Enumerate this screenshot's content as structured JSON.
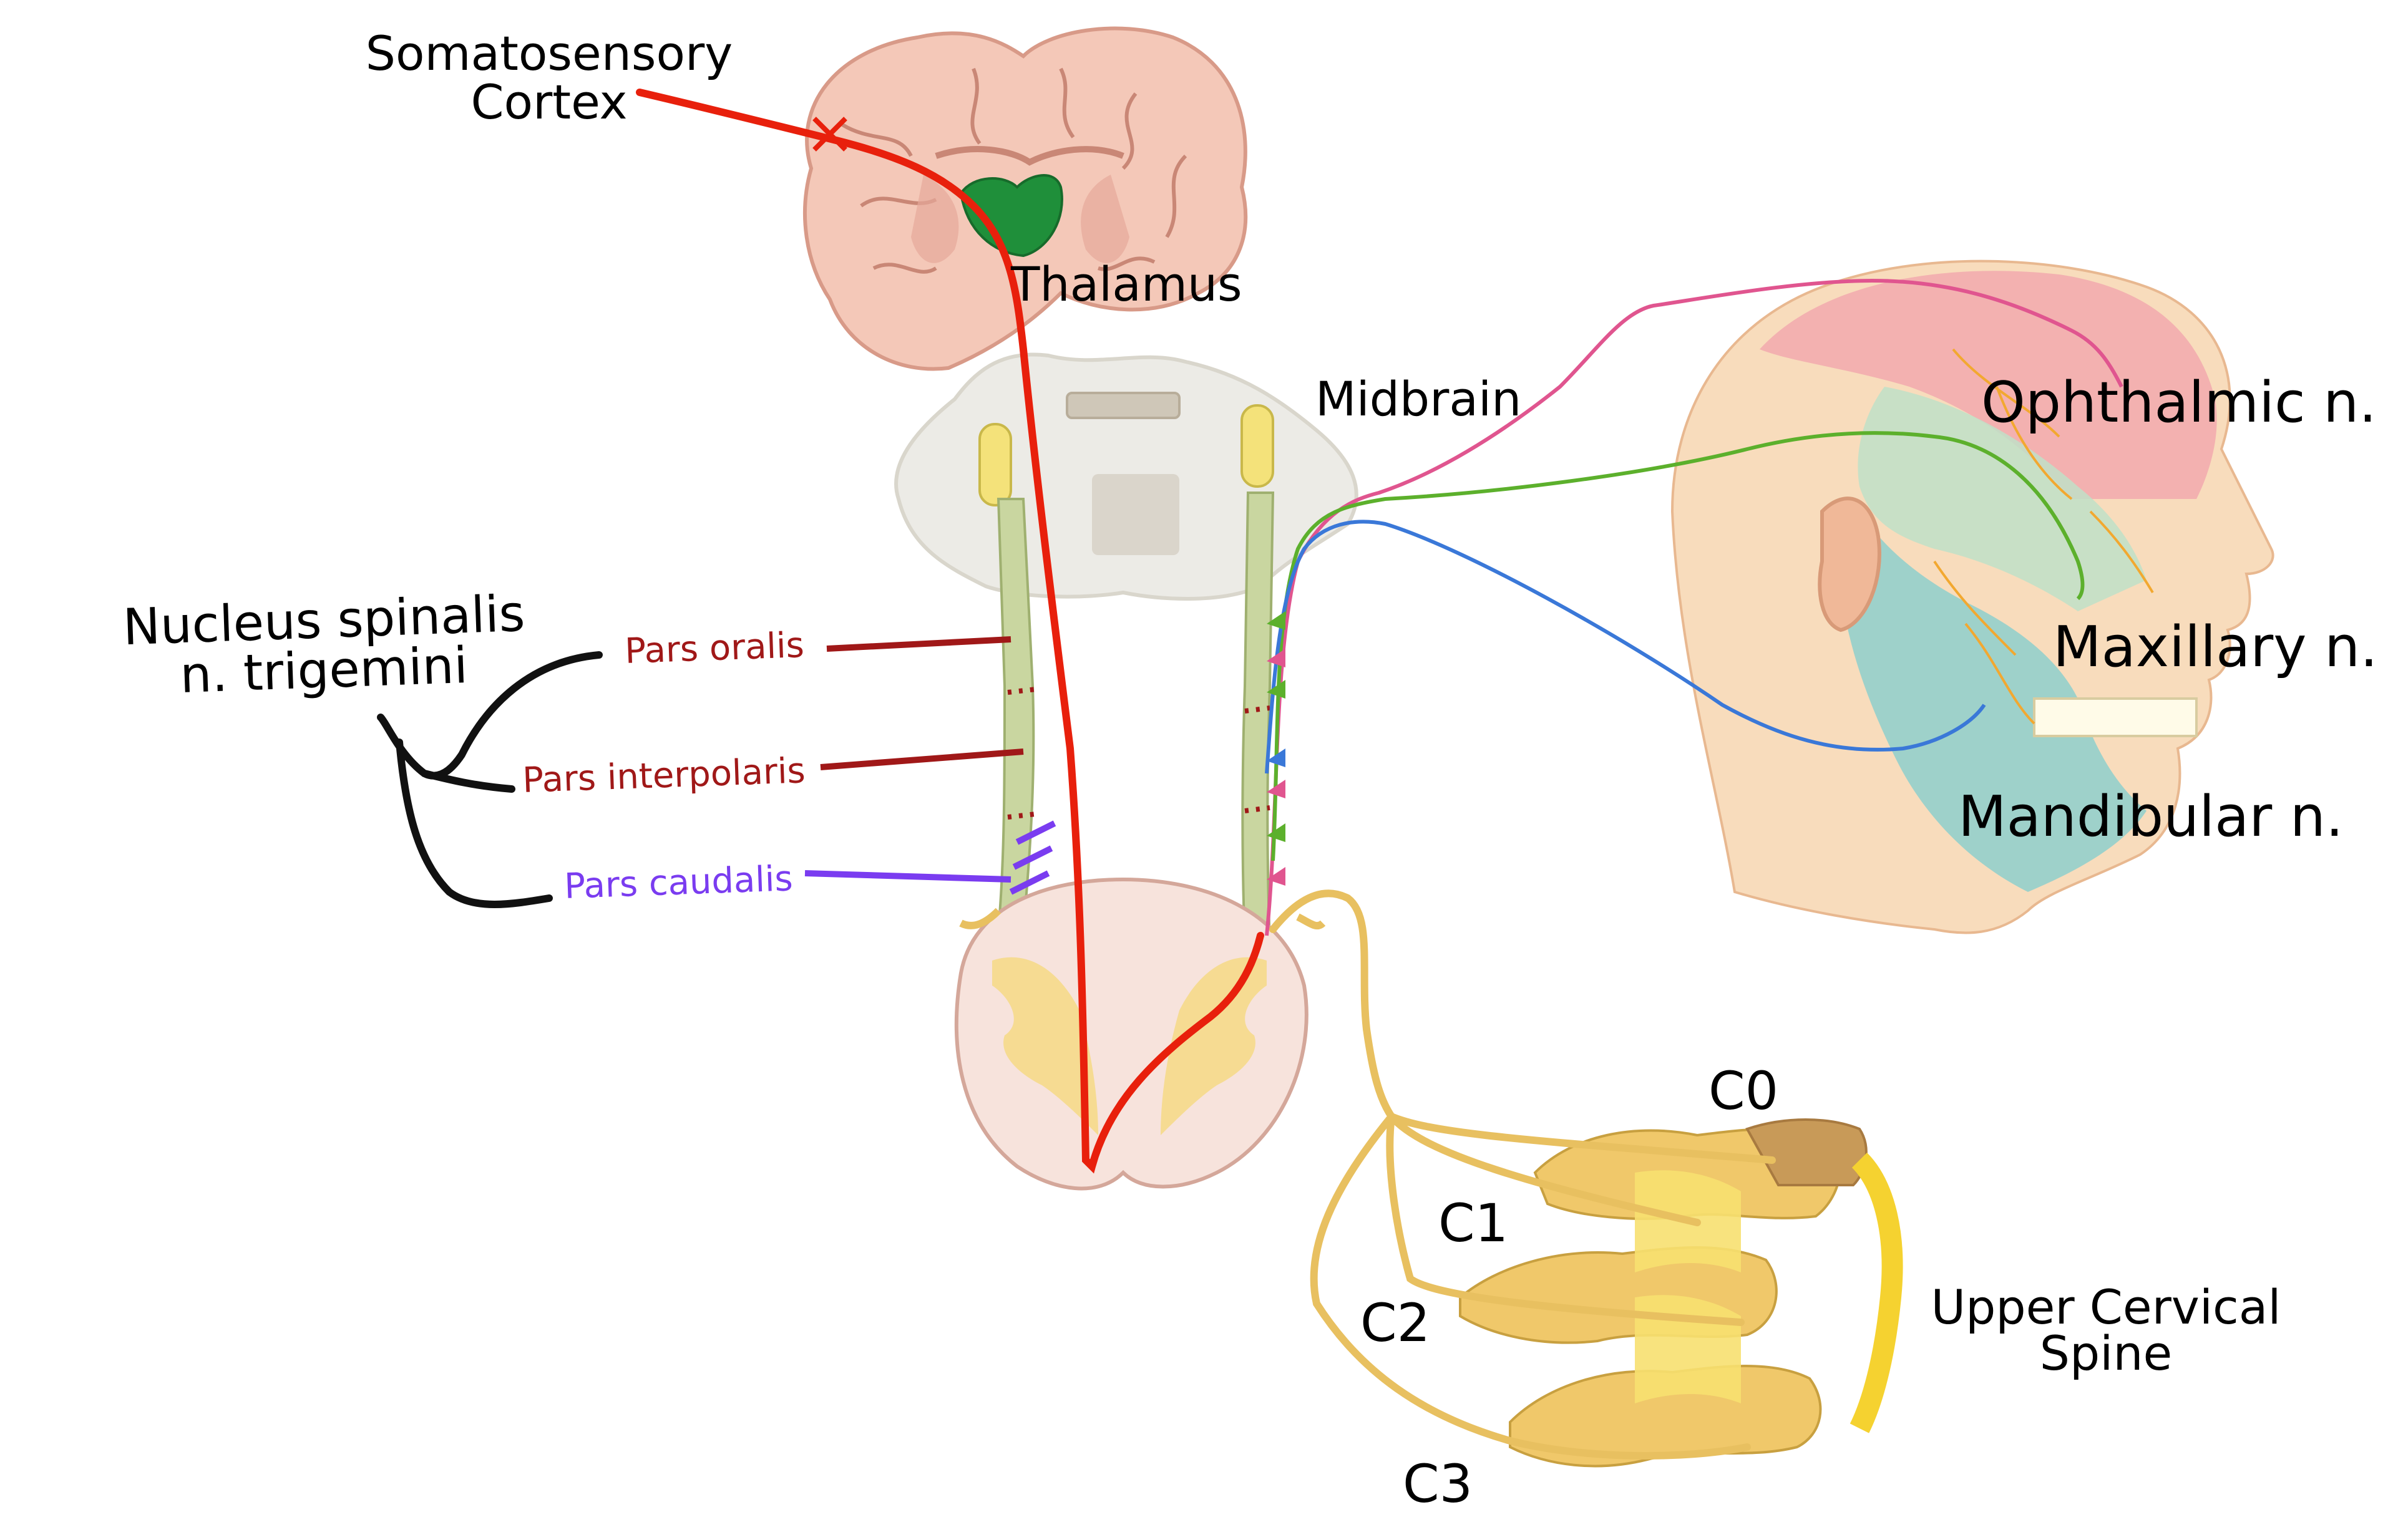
{
  "labels": {
    "somatosensory_line1": "Somatosensory",
    "somatosensory_line2": "Cortex",
    "thalamus": "Thalamus",
    "midbrain": "Midbrain",
    "nucleus_line1": "Nucleus spinalis",
    "nucleus_line2": "n. trigemini",
    "pars_oralis": "Pars oralis",
    "pars_interpolaris": "Pars interpolaris",
    "pars_caudalis": "Pars caudalis",
    "ophthalmic": "Ophthalmic n.",
    "maxillary": "Maxillary n.",
    "mandibular": "Mandibular n.",
    "c0": "C0",
    "c1": "C1",
    "c2": "C2",
    "c3": "C3",
    "upper_cervical_line1": "Upper Cervical",
    "upper_cervical_line2": "Spine"
  },
  "colors": {
    "pathway_red": "#e8200c",
    "pars_dark_red": "#a01818",
    "pars_caudalis_purple": "#7a3cf0",
    "ophthalmic_pink": "#e0558f",
    "maxillary_green": "#5cb02c",
    "mandibular_blue": "#3a78d8",
    "cervical_nerve": "#e8c060",
    "brain_pink": "#f4c8b8",
    "thalamus_green": "#1f8f3a"
  },
  "icons": [
    "cross-marker-icon",
    "brain-illustration",
    "thalamus-illustration",
    "brainstem-illustration",
    "spinal-cord-illustration",
    "head-illustration",
    "cervical-spine-illustration"
  ]
}
